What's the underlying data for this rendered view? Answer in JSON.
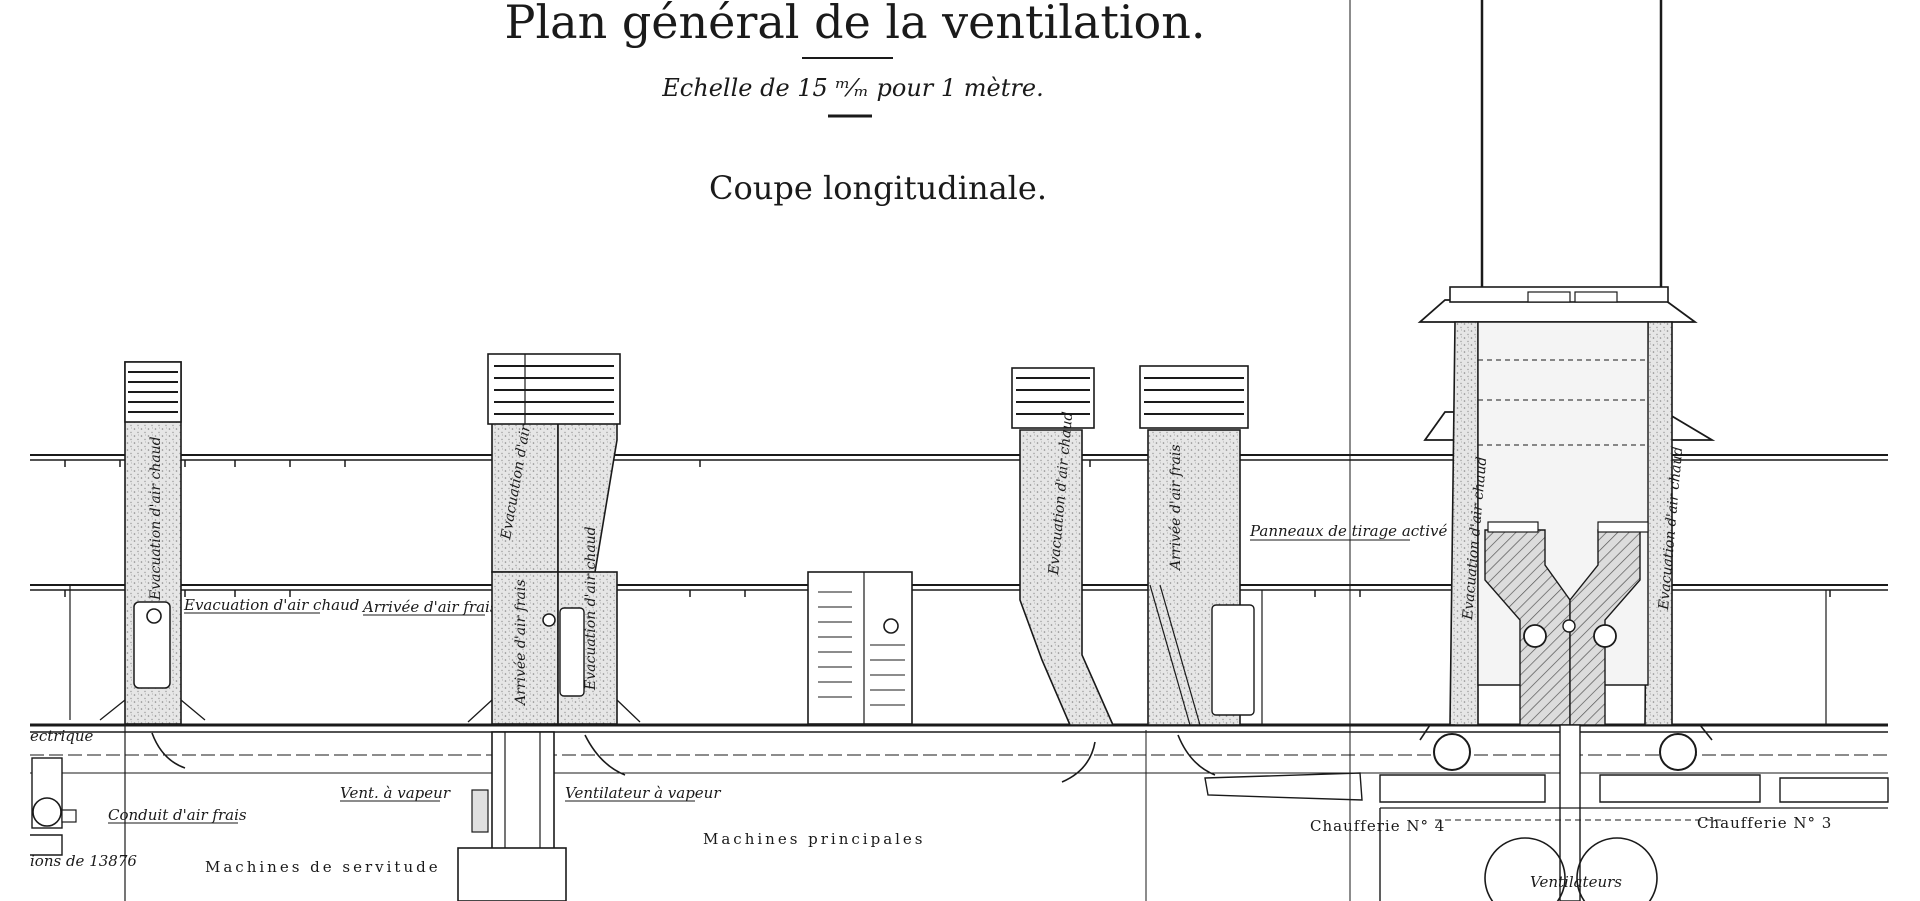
{
  "title": "Plan général de la ventilation.",
  "scale": "Echelle de 15 ᵐ⁄ₘ pour 1 mètre.",
  "section": "Coupe longitudinale.",
  "labels": {
    "evac_chaud_1": "Evacuation d'air chaud",
    "evac_chaud_h": "Evacuation d'air chaud",
    "arrivee_frais_h": "Arrivée d'air frais",
    "evac_2": "Evacuation d'air",
    "arrivee_2": "Arrivée d'air frais",
    "evac_2b": "Evacuation d'air chaud",
    "evac_3": "Evacuation d'air chaud",
    "arrivee_4": "Arrivée d'air frais",
    "panneaux": "Panneaux de tirage activé",
    "evac_5a": "Evacuation d'air chaud",
    "evac_5b": "Evacuation d'air chaud",
    "electrique": "ectrique",
    "conduit": "Conduit d'air frais",
    "vent_vapeur": "Vent. à vapeur",
    "ventilateur_vapeur": "Ventilateur à vapeur",
    "machines_principales": "Machines principales",
    "machines_servitude": "Machines de servitude",
    "ions": "ions de 13876",
    "chaufferie_4": "Chaufferie N° 4",
    "chaufferie_3": "Chaufferie N° 3",
    "ventilateurs": "Ventilateurs"
  },
  "colors": {
    "ink": "#1a1a1a",
    "paper": "#ffffff",
    "stipple": "#bdbdbd"
  }
}
